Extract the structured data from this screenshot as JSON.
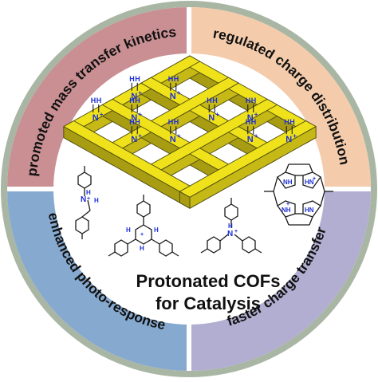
{
  "colors": {
    "quadrant_top_left": "#c98f93",
    "quadrant_top_right": "#f4ccac",
    "quadrant_bottom_left": "#86a9cf",
    "quadrant_bottom_right": "#b1aed1",
    "ring_gray": "#a9b6a4",
    "framework": "#f0e21a",
    "framework_edge": "#4b4a10",
    "nitrogen_label": "#1c2fd6"
  },
  "labels": {
    "top_left": "promoted mass transfer kinetics",
    "top_right": "regulated charge distribution",
    "bottom_left": "enhanced photo-response",
    "bottom_right": "faster charge transfer"
  },
  "center": {
    "line1": "Protonated COFs",
    "line2": "for Catalysis"
  },
  "chem": {
    "ammonium": "N",
    "proton": "H",
    "plus": "+",
    "pyrrole_nh": "NH",
    "pyrrole_hn": "HN"
  }
}
